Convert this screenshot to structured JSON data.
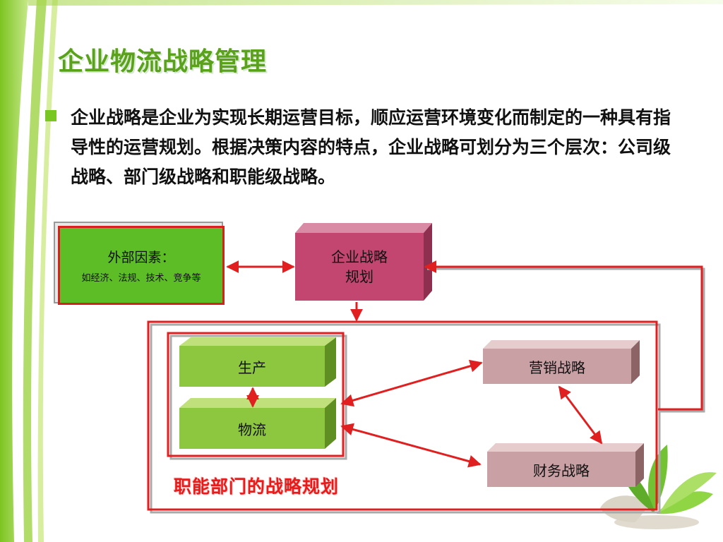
{
  "slide": {
    "title": "企业物流战略管理",
    "body": "企业战略是企业为实现长期运营目标，顺应运营环境变化而制定的一种具有指导性的运营规划。根据决策内容的特点，企业战略可划分为三个层次：公司级战略、部门级战略和职能级战略。"
  },
  "diagram": {
    "external": {
      "title": "外部因素：",
      "detail": "如经济、法规、技术、竞争等"
    },
    "corporate": {
      "line1": "企业战略",
      "line2": "规划"
    },
    "production": "生产",
    "logistics": "物流",
    "marketing": "营销战略",
    "finance": "财务战略",
    "functional_label": "职能部门的战略规划"
  },
  "colors": {
    "title_green": "#5aa21a",
    "bullet_green": "#7ac623",
    "box_green": "#8dc63f",
    "corporate_pink": "#c2466f",
    "strategy_pink": "#c9a0a4",
    "arrow_red": "#e02020",
    "label_red": "#e81a1a"
  }
}
